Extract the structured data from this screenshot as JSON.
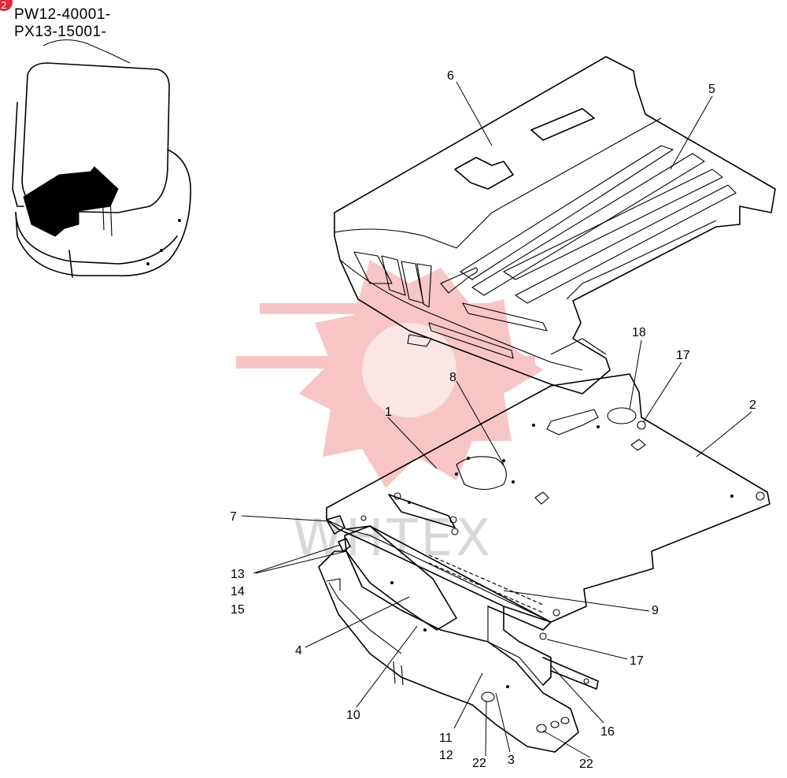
{
  "header": {
    "badge": "2",
    "serial_1": "PW12-40001-",
    "serial_2": "PX13-15001-"
  },
  "watermark": {
    "text": "WHTEX"
  },
  "callouts": [
    "1",
    "2",
    "3",
    "4",
    "5",
    "6",
    "7",
    "8",
    "9",
    "10",
    "11",
    "12",
    "13",
    "14",
    "15",
    "16",
    "17",
    "17",
    "18",
    "22",
    "22"
  ],
  "colors": {
    "watermark_logo": "#f6bcbc",
    "watermark_text": "#d8d8d8",
    "line": "#000000"
  }
}
